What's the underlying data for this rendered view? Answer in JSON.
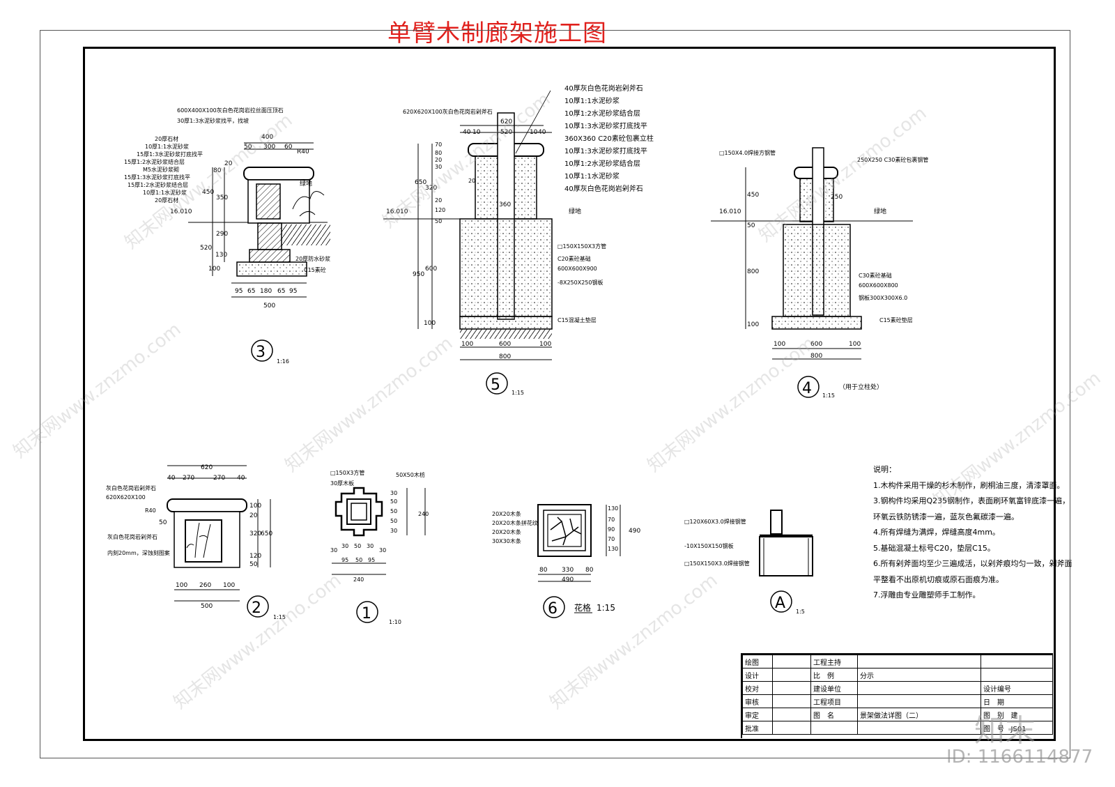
{
  "title": "单臂木制廊架施工图",
  "watermark": "知末网www.znzmo.com",
  "logo_text": "知末",
  "id_text": "ID: 1166114877",
  "detail3": {
    "number": "3",
    "scale": "1:16",
    "labels": [
      "600X400X100灰白色花岗岩拉丝面压顶石",
      "30厚1:3水泥砂浆找平，找坡",
      "20厚石材",
      "10厚1:1水泥砂浆",
      "15厚1:3水泥砂浆打底找平",
      "15厚1:2水泥砂浆结合层",
      "M5水泥砂浆砌",
      "15厚1:3水泥砂浆打底找平",
      "15厚1:2水泥砂浆结合层",
      "10厚1:1水泥砂浆",
      "20厚石材"
    ],
    "green": "绿地",
    "elev": "16.010",
    "bottom_label": "20厚防水砂浆",
    "base": "C15素砼",
    "dims_top": [
      "400",
      "50",
      "300",
      "60",
      "R40"
    ],
    "dims_side": [
      "80",
      "20",
      "450",
      "350",
      "520",
      "290",
      "100",
      "130"
    ],
    "dims_bottom": [
      "95",
      "65",
      "180",
      "65",
      "95",
      "500"
    ]
  },
  "detail5": {
    "number": "5",
    "scale": "1:15",
    "top_label": "620X620X100灰白色花岗岩剁斧石",
    "labels": [
      "40厚灰白色花岗岩剁斧石",
      "10厚1:1水泥砂浆",
      "10厚1:2水泥砂浆结合层",
      "10厚1:3水泥砂浆打底找平",
      "360X360 C20素砼包裹立柱",
      "10厚1:3水泥砂浆打底找平",
      "10厚1:2水泥砂浆结合层",
      "10厚1:1水泥砂浆",
      "40厚灰白色花岗岩剁斧石"
    ],
    "green": "绿地",
    "elev": "16.010",
    "dim_360": "360",
    "right_labels": [
      "□150X150X3方管",
      "C20素砼基础",
      "600X600X900",
      "-8X250X250钢板",
      "C15混凝土垫层"
    ],
    "dims_top": [
      "620",
      "40",
      "10",
      "520",
      "10",
      "40"
    ],
    "dims_side": [
      "70",
      "80",
      "20",
      "30",
      "650",
      "320",
      "20",
      "120",
      "50",
      "20",
      "950",
      "600",
      "100"
    ],
    "dims_bottom": [
      "100",
      "600",
      "100",
      "800"
    ]
  },
  "detail4": {
    "number": "4",
    "scale": "1:15",
    "note": "（用于立柱处）",
    "top_left": "□150X4.0焊接方钢管",
    "top_right": "250X250 C30素砼包裹钢管",
    "green": "绿地",
    "elev": "16.010",
    "dim_250": "250",
    "right_labels": [
      "C30素砼基础",
      "600X600X800",
      "钢板300X300X6.0",
      "C15素砼垫层"
    ],
    "dims_side": [
      "450",
      "50",
      "800",
      "100"
    ],
    "dims_bottom": [
      "100",
      "600",
      "100",
      "800"
    ]
  },
  "detail2": {
    "number": "2",
    "scale": "1:15",
    "labels": [
      "灰白色花岗岩剁斧石",
      "620X620X100",
      "R40",
      "灰白色花岗岩剁斧石",
      "内刻20mm，深蚀刻图案"
    ],
    "dims_top": [
      "620",
      "40",
      "270",
      "270",
      "40"
    ],
    "dims_side": [
      "50",
      "100",
      "20",
      "320",
      "650",
      "120",
      "50"
    ],
    "dims_bottom": [
      "100",
      "260",
      "100",
      "500"
    ]
  },
  "detail1": {
    "number": "1",
    "scale": "1:10",
    "labels": [
      "□150X3方管",
      "30厚木板",
      "50X50木枋"
    ],
    "dims_side": [
      "30",
      "50",
      "50",
      "50",
      "30",
      "240"
    ],
    "dims_bottom_a": [
      "30",
      "30",
      "50",
      "30",
      "30"
    ],
    "dims_bottom_b": [
      "95",
      "50",
      "95"
    ],
    "dims_total": "240"
  },
  "detail6": {
    "number": "6",
    "name": "花格",
    "scale": "1:15",
    "labels": [
      "20X20木条",
      "20X20木条拼花纹",
      "20X20木条",
      "30X30木条"
    ],
    "dims_side": [
      "130",
      "70",
      "90",
      "70",
      "130",
      "490"
    ],
    "dims_bottom": [
      "80",
      "330",
      "80",
      "490"
    ]
  },
  "detailA": {
    "number": "A",
    "scale": "1:5",
    "labels": [
      "□120X60X3.0焊接钢管",
      "-10X150X150钢板",
      "□150X150X3.0焊接钢管"
    ]
  },
  "notes": {
    "heading": "说明：",
    "items": [
      "1.木构件采用干燥的杉木制作，刷桐油三度，清漆罩面。",
      "3.钢构件均采用Q235钢制作，表面刷环氧富锌底漆一遍，",
      "环氧云铁防锈漆一遍，蓝灰色氟碳漆一遍。",
      "4.所有焊缝为满焊，焊缝高度4mm。",
      "5.基础混凝土标号C20，垫层C15。",
      "6.所有剁斧面均至少三遍成活，以剁斧痕均匀一致，剁斧面",
      "平整看不出原机切痕或原石面痕为准。",
      "7.浮雕由专业雕塑师手工制作。"
    ]
  },
  "titleblock": {
    "r1": [
      "绘图",
      "",
      "工程主持",
      "",
      ""
    ],
    "r2": [
      "设计",
      "",
      "比　例",
      "分示",
      ""
    ],
    "r3": [
      "校对",
      "",
      "建设单位",
      "",
      "设计编号"
    ],
    "r4": [
      "审核",
      "",
      "工程项目",
      "",
      "日　期"
    ],
    "r5": [
      "审定",
      "",
      "图　名",
      "景架做法详图（二）",
      "图　别"
    ],
    "r6": [
      "批准",
      "",
      "",
      "",
      "图　号"
    ],
    "sheet_type": "建",
    "sheet_no": "JS01"
  }
}
